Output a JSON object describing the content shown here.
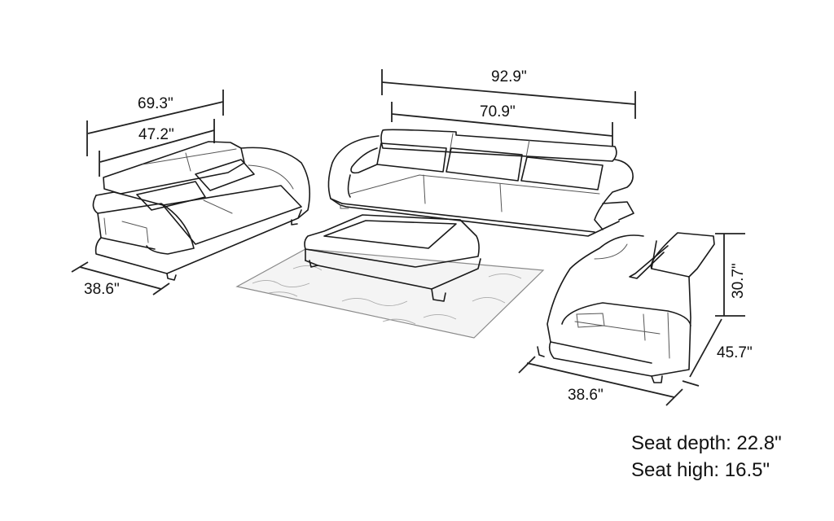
{
  "diagram": {
    "type": "furniture-dimension-sketch",
    "items": [
      {
        "name": "loveseat",
        "dimensions": {
          "overall_width": "69.3\"",
          "inner_width": "47.2\"",
          "depth": "38.6\""
        }
      },
      {
        "name": "three-seat-sofa",
        "dimensions": {
          "overall_width": "92.9\"",
          "inner_width": "70.9\""
        }
      },
      {
        "name": "armchair",
        "dimensions": {
          "width": "38.6\"",
          "depth": "45.7\"",
          "height": "30.7\""
        }
      },
      {
        "name": "coffee-table-on-rug",
        "dimensions": {}
      }
    ],
    "labels": {
      "loveseat_overall": "69.3\"",
      "loveseat_inner": "47.2\"",
      "loveseat_depth": "38.6\"",
      "sofa_overall": "92.9\"",
      "sofa_inner": "70.9\"",
      "chair_height": "30.7\"",
      "chair_depth": "45.7\"",
      "chair_width": "38.6\""
    },
    "specs": {
      "seat_depth": "Seat depth: 22.8\"",
      "seat_high": "Seat high: 16.5\""
    }
  }
}
